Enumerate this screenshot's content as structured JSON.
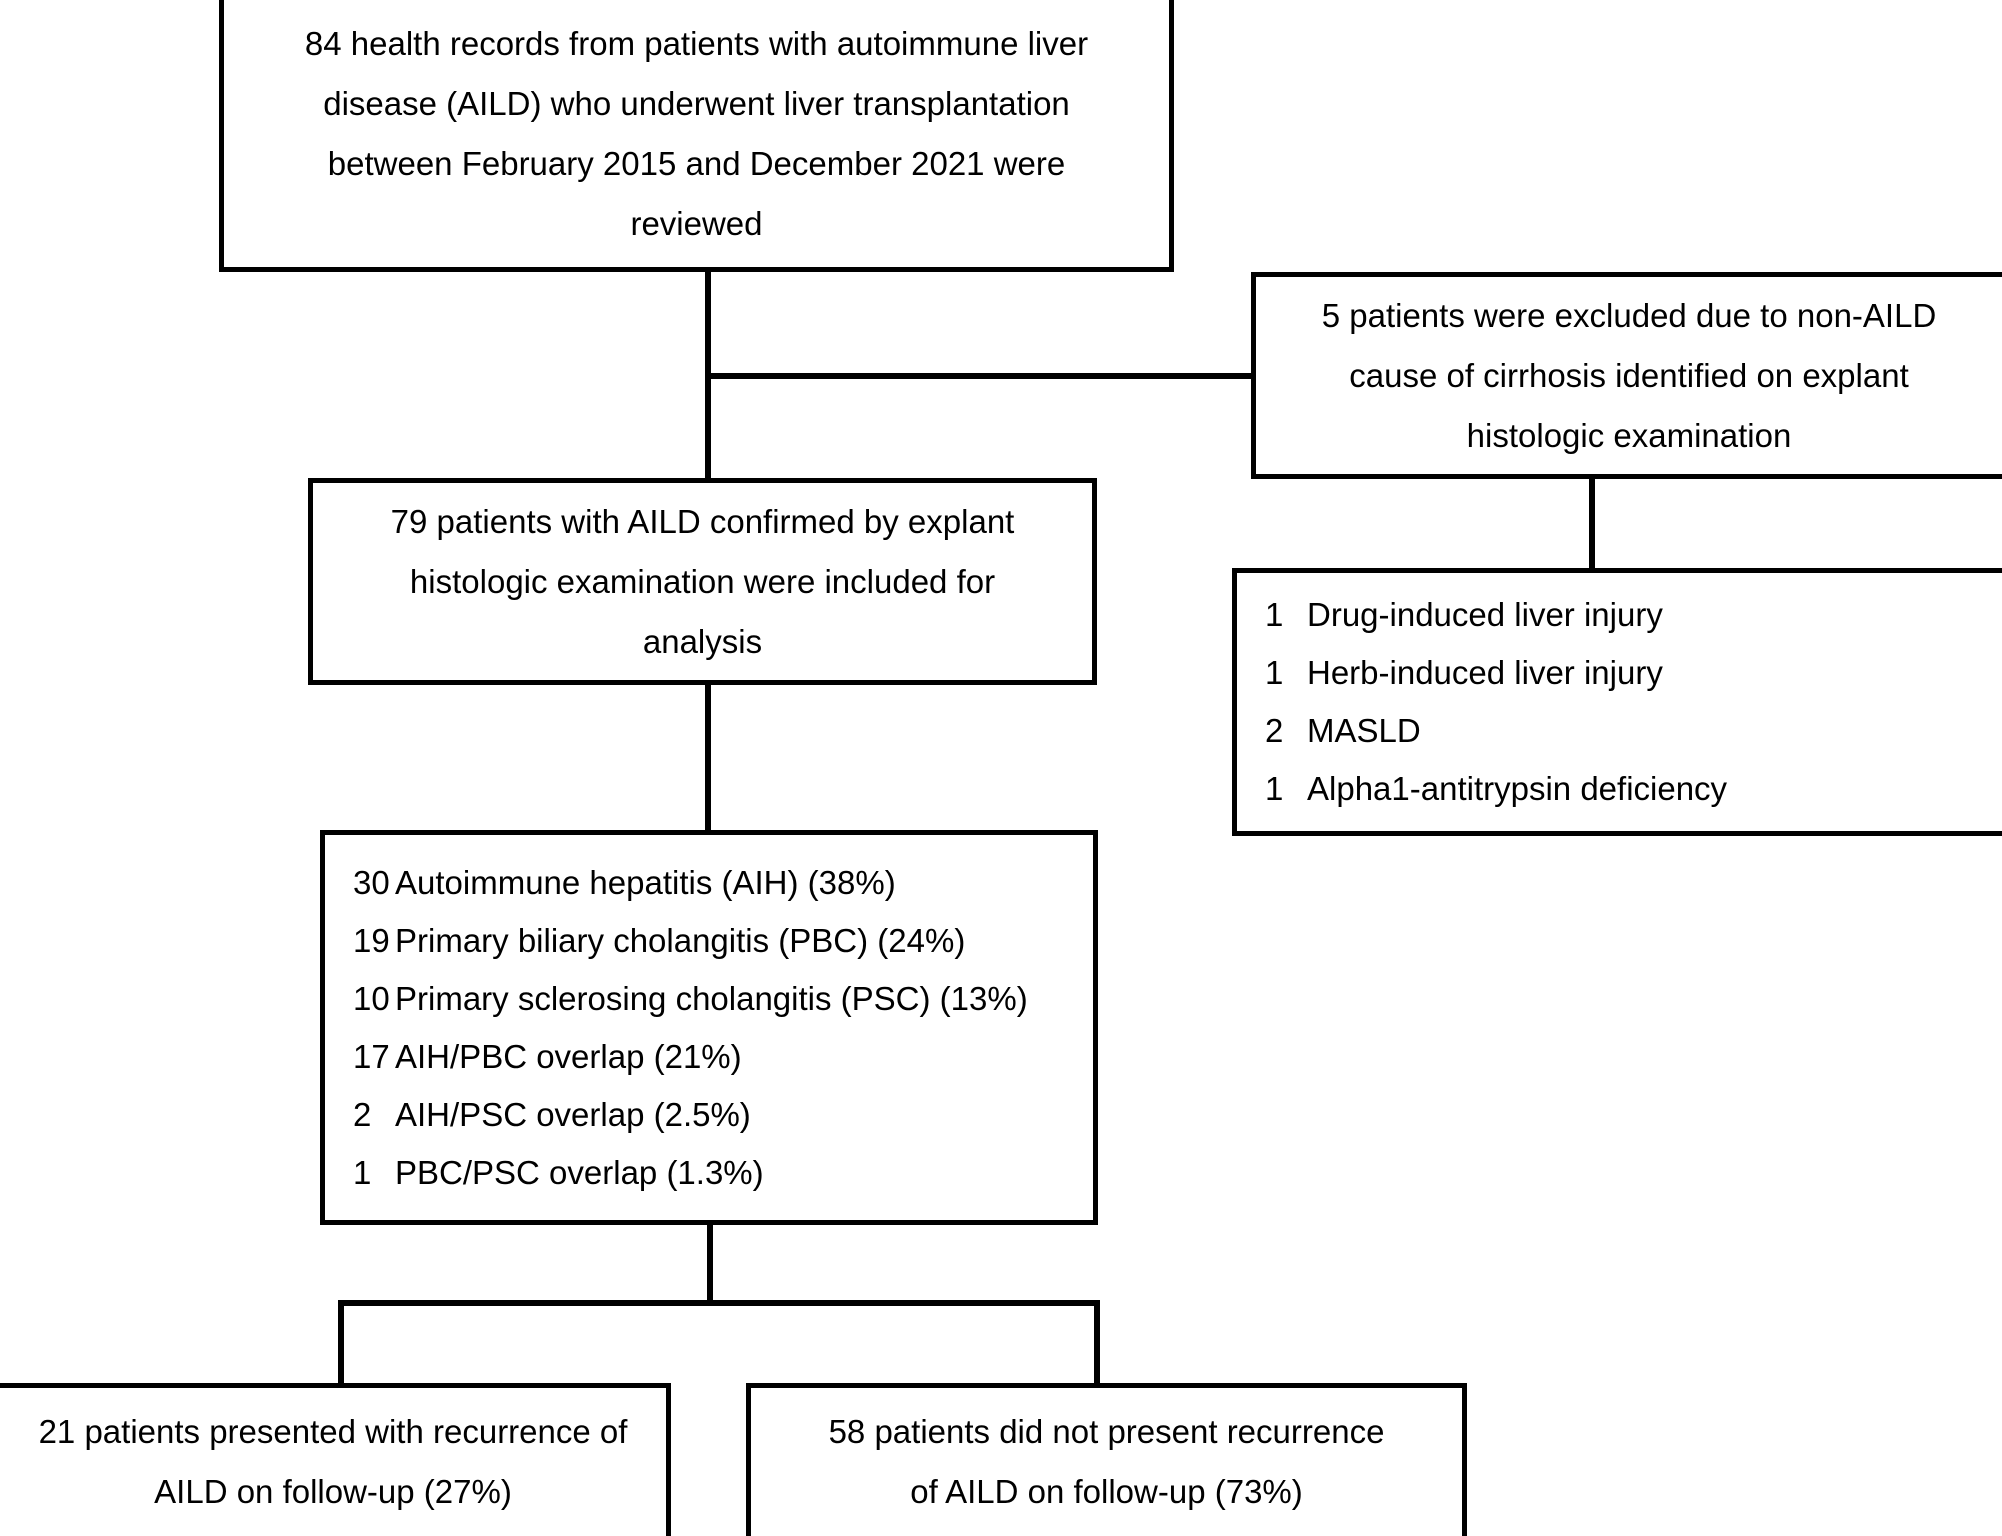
{
  "diagram": {
    "title": "AILD liver transplantation study flow diagram",
    "stroke_color": "#000000",
    "background_color": "#ffffff"
  },
  "boxes": {
    "source_records": {
      "name": "source-records-box",
      "lines": [
        "84 health records from patients with autoimmune liver",
        "disease (AILD) who underwent liver transplantation",
        "between February 2015 and December 2021 were",
        "reviewed"
      ]
    },
    "excluded": {
      "name": "excluded-box",
      "lines": [
        "5 patients were excluded due to non-AILD",
        "cause of cirrhosis identified on explant",
        "histologic examination"
      ]
    },
    "excluded_causes": {
      "name": "excluded-causes-box",
      "items": [
        {
          "count": "1",
          "label": "Drug-induced liver injury"
        },
        {
          "count": "1",
          "label": "Herb-induced liver injury"
        },
        {
          "count": "2",
          "label": "MASLD"
        },
        {
          "count": "1",
          "label": "Alpha1-antitrypsin deficiency"
        }
      ]
    },
    "included": {
      "name": "included-box",
      "lines": [
        "79 patients with AILD confirmed by explant",
        "histologic examination were included for",
        "analysis"
      ]
    },
    "diagnoses": {
      "name": "diagnoses-box",
      "items": [
        {
          "count": "30",
          "label": "Autoimmune hepatitis (AIH) (38%)"
        },
        {
          "count": "19",
          "label": "Primary biliary cholangitis (PBC) (24%)"
        },
        {
          "count": "10",
          "label": "Primary sclerosing cholangitis (PSC) (13%)"
        },
        {
          "count": "17",
          "label": "AIH/PBC overlap (21%)"
        },
        {
          "count": "2",
          "label": "AIH/PSC overlap (2.5%)"
        },
        {
          "count": "1",
          "label": "PBC/PSC overlap (1.3%)"
        }
      ]
    },
    "recurrence": {
      "name": "recurrence-box",
      "lines": [
        "21 patients presented with recurrence of",
        "AILD on follow-up (27%)"
      ]
    },
    "no_recurrence": {
      "name": "no-recurrence-box",
      "lines": [
        "58 patients did not present recurrence",
        "of AILD on follow-up (73%)"
      ]
    }
  },
  "chart_data": {
    "type": "diagram",
    "title": "AILD liver transplantation study flow diagram",
    "nodes": [
      {
        "id": "source_records",
        "value": 84,
        "text": "84 health records from patients with autoimmune liver disease (AILD) who underwent liver transplantation between February 2015 and December 2021 were reviewed"
      },
      {
        "id": "excluded",
        "value": 5,
        "text": "5 patients were excluded due to non-AILD cause of cirrhosis identified on explant histologic examination"
      },
      {
        "id": "excluded_causes",
        "text": "1 Drug-induced liver injury; 1 Herb-induced liver injury; 2 MASLD; 1 Alpha1-antitrypsin deficiency"
      },
      {
        "id": "included",
        "value": 79,
        "text": "79 patients with AILD confirmed by explant histologic examination were included for analysis"
      },
      {
        "id": "diagnoses",
        "text": "30 Autoimmune hepatitis (AIH) (38%); 19 Primary biliary cholangitis (PBC) (24%); 10 Primary sclerosing cholangitis (PSC) (13%); 17 AIH/PBC overlap (21%); 2 AIH/PSC overlap (2.5%); 1 PBC/PSC overlap (1.3%)"
      },
      {
        "id": "recurrence",
        "value": 21,
        "text": "21 patients presented with recurrence of AILD on follow-up (27%)"
      },
      {
        "id": "no_recurrence",
        "value": 58,
        "text": "58 patients did not present recurrence of AILD on follow-up (73%)"
      }
    ],
    "edges": [
      {
        "from": "source_records",
        "to": "excluded"
      },
      {
        "from": "source_records",
        "to": "included"
      },
      {
        "from": "excluded",
        "to": "excluded_causes"
      },
      {
        "from": "included",
        "to": "diagnoses"
      },
      {
        "from": "diagnoses",
        "to": "recurrence"
      },
      {
        "from": "diagnoses",
        "to": "no_recurrence"
      }
    ]
  }
}
